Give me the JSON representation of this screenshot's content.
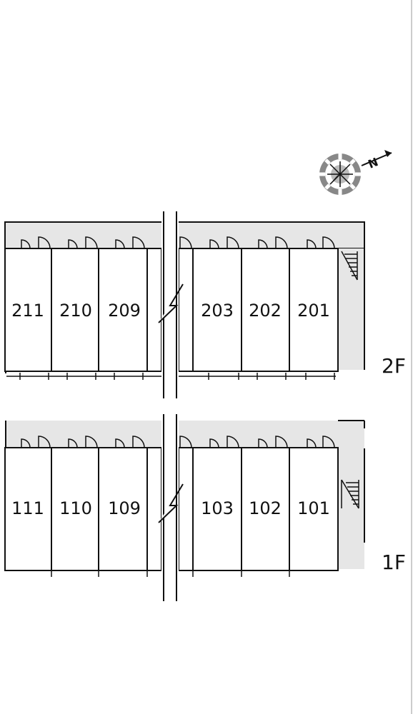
{
  "floors": [
    {
      "label": "2F",
      "units": [
        "211",
        "210",
        "209",
        "203",
        "202",
        "201"
      ]
    },
    {
      "label": "1F",
      "units": [
        "111",
        "110",
        "109",
        "103",
        "102",
        "101"
      ]
    }
  ],
  "compass": {
    "north_label": "N"
  },
  "colors": {
    "corridor": "#e6e6e6",
    "wall": "#111111",
    "unit_fill": "#ffffff"
  }
}
